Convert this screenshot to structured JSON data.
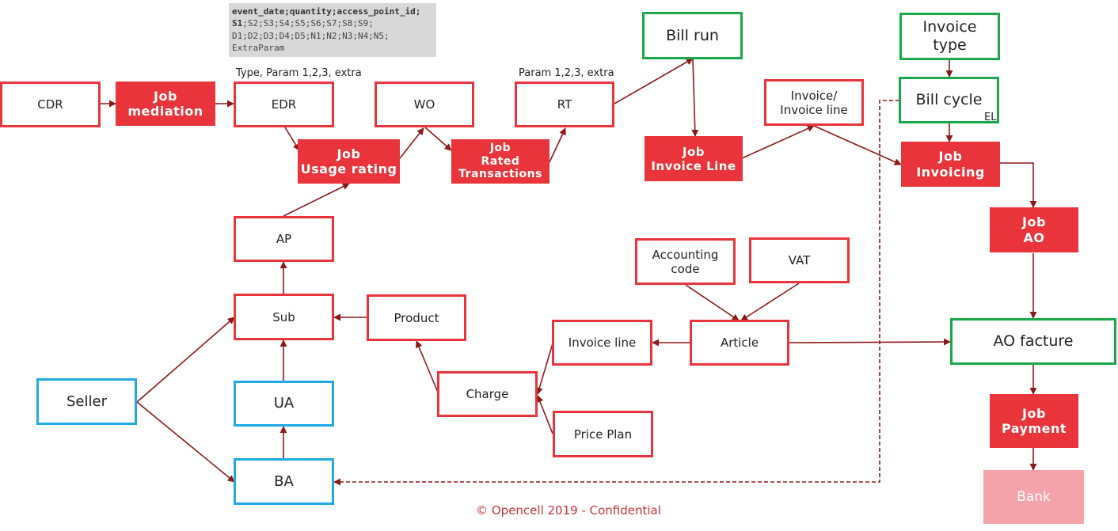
{
  "note": {
    "line1": "event_date;quantity;access_point_id;",
    "line2_bold": "S1",
    "line2_rest": ";S2;S3;S4;S5;S6;S7;S8;S9;",
    "line3": "D1;D2;D3;D4;D5;N1;N2;N3;N4;N5;",
    "line4": "ExtraParam"
  },
  "labels": {
    "edr_params": "Type, Param 1,2,3, extra",
    "rt_params": "Param 1,2,3, extra",
    "el": "EL"
  },
  "nodes": {
    "cdr": "CDR",
    "job_mediation": "Job\nmediation",
    "edr": "EDR",
    "wo": "WO",
    "job_usage_rating": "Job\nUsage rating",
    "job_rated_transactions": "Job\nRated\nTransactions",
    "rt": "RT",
    "bill_run": "Bill run",
    "job_invoice_line": "Job\nInvoice Line",
    "invoice_invoice_line": "Invoice/\nInvoice line",
    "invoice_type": "Invoice\ntype",
    "bill_cycle": "Bill cycle",
    "job_invoicing": "Job\nInvoicing",
    "job_ao": "Job\nAO",
    "ap": "AP",
    "sub": "Sub",
    "product": "Product",
    "ua": "UA",
    "seller": "Seller",
    "ba": "BA",
    "charge": "Charge",
    "invoice_line": "Invoice line",
    "price_plan": "Price Plan",
    "accounting_code": "Accounting\ncode",
    "vat": "VAT",
    "article": "Article",
    "ao_facture": "AO facture",
    "job_payment": "Job\nPayment",
    "bank": "Bank"
  },
  "footer": "© Opencell 2019 - Confidential",
  "colors": {
    "red": "#e8343a",
    "green": "#19a84a",
    "blue": "#1fa9e6",
    "pink": "#f4a3ab",
    "arrow": "#8b1a1a",
    "note_bg": "#d8d8d8"
  }
}
